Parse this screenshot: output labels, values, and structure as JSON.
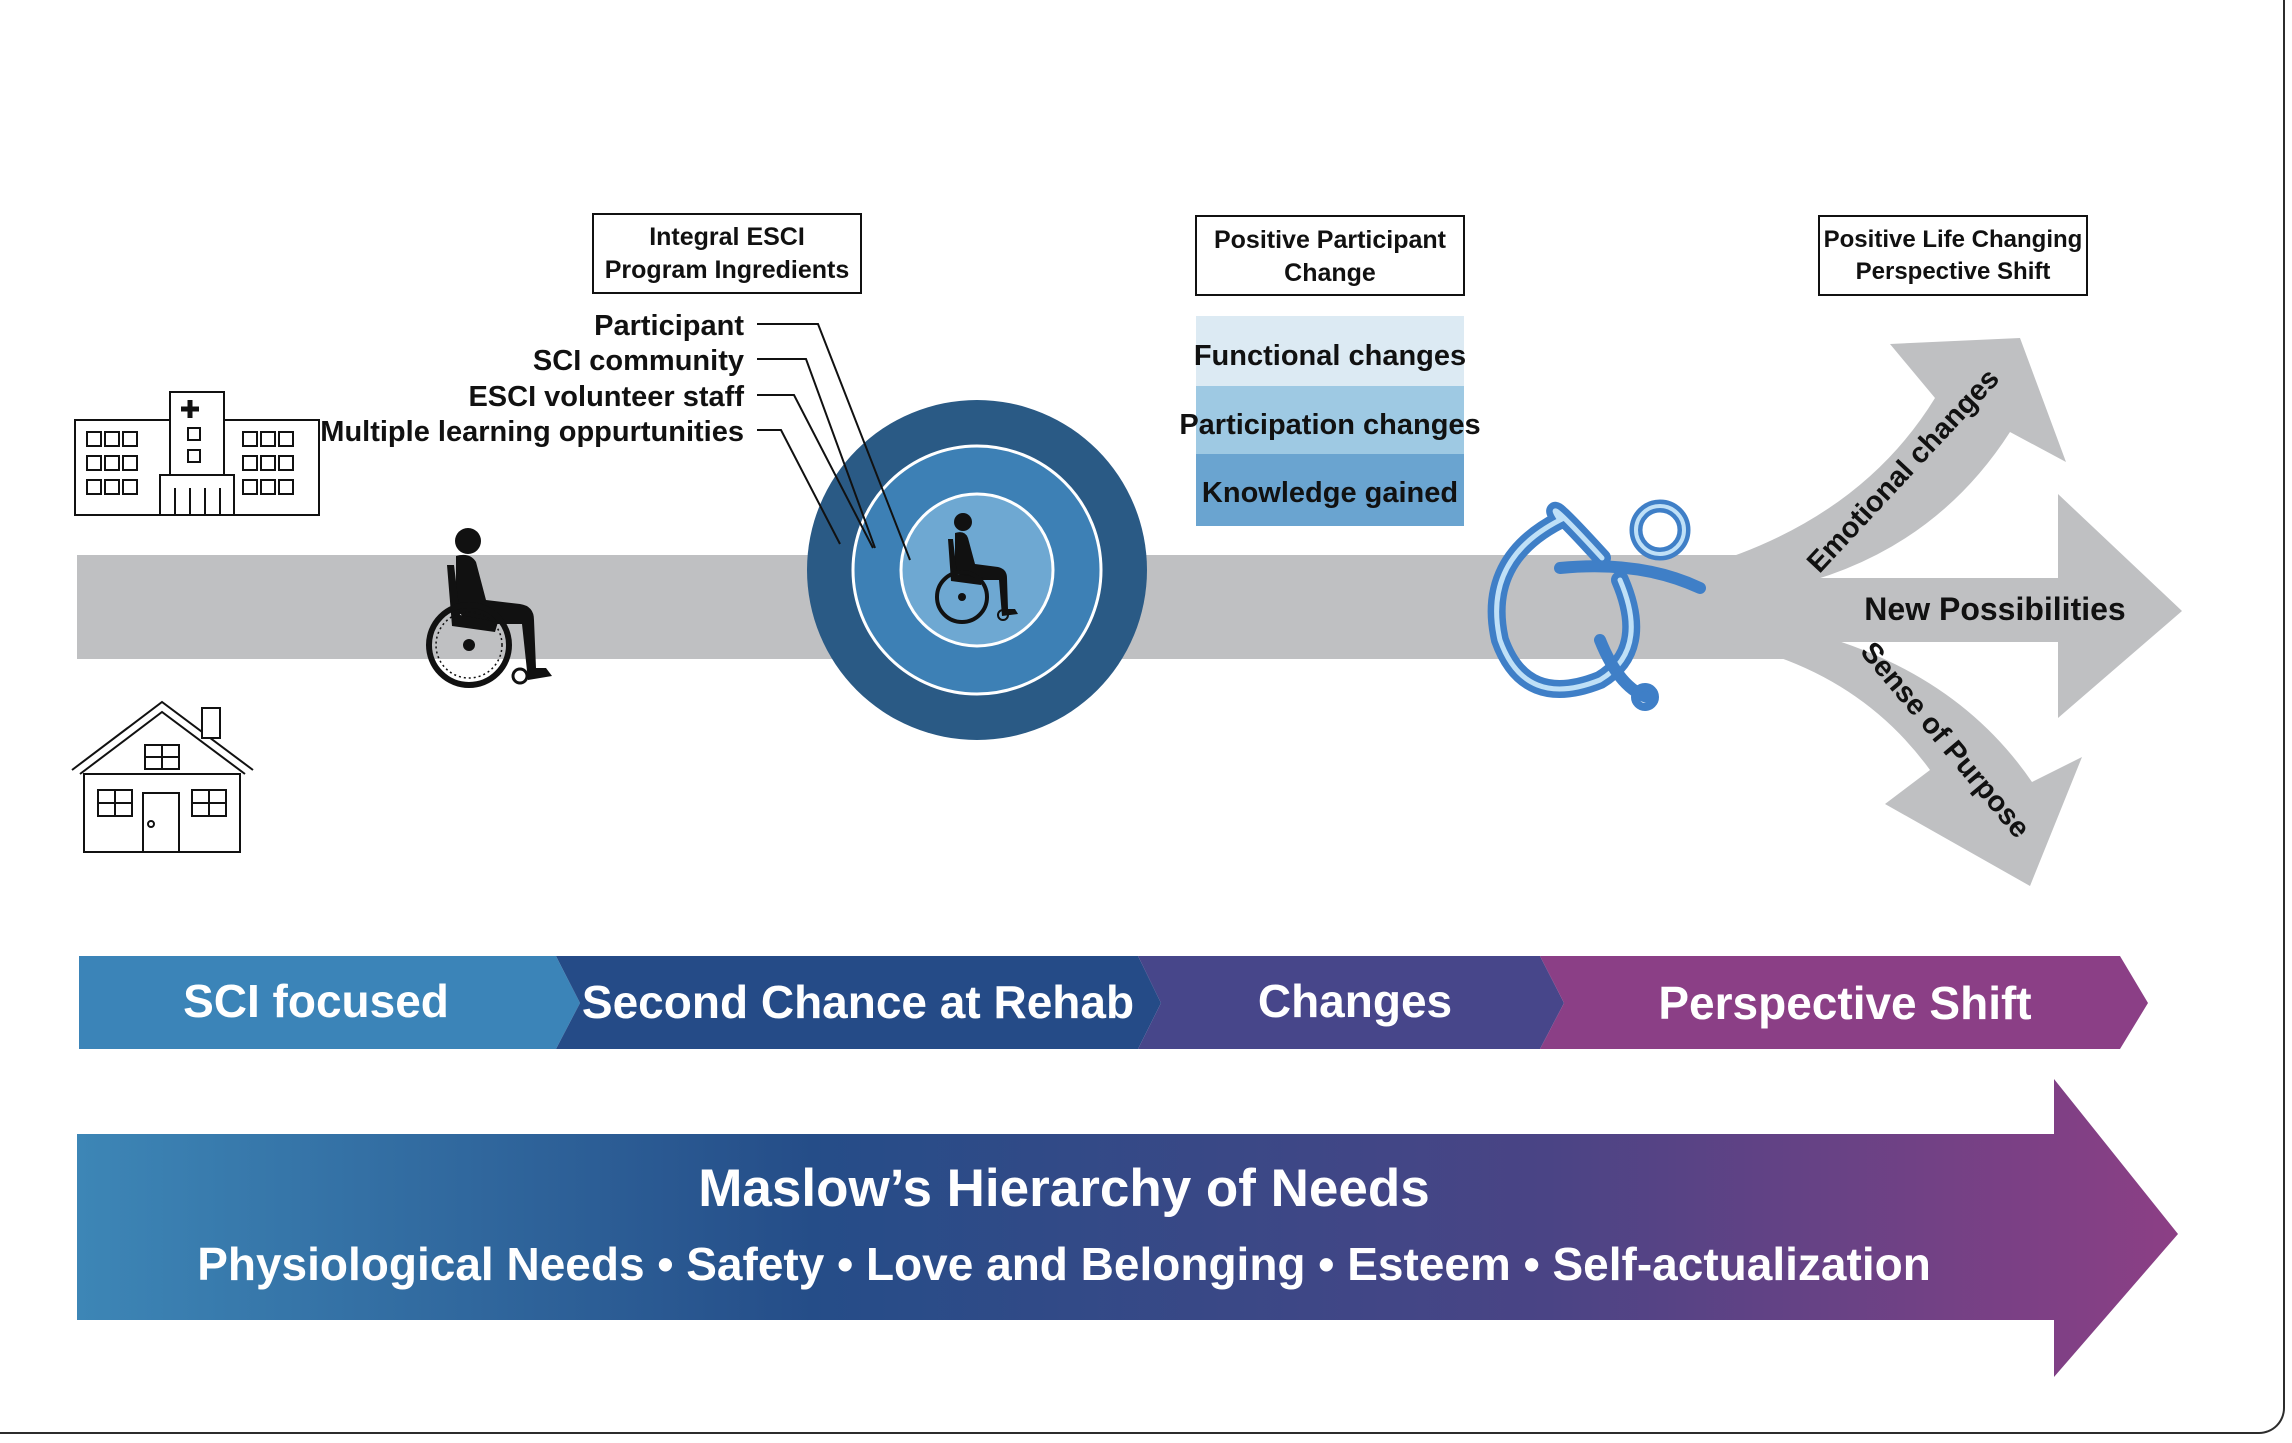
{
  "boxes": {
    "ingredients": {
      "line1": "Integral ESCI",
      "line2": "Program Ingredients"
    },
    "participant_change": {
      "line1": "Positive Participant",
      "line2": "Change"
    },
    "life_change": {
      "line1": "Positive Life Changing",
      "line2": "Perspective Shift"
    }
  },
  "ingredients": [
    "Participant",
    "SCI community",
    "ESCI volunteer staff",
    "Multiple learning oppurtunities"
  ],
  "changes": [
    {
      "label": "Functional changes",
      "color": "#dceaf3"
    },
    {
      "label": "Participation changes",
      "color": "#9ec9e3"
    },
    {
      "label": "Knowledge gained",
      "color": "#6aa4d0"
    }
  ],
  "outcomes": {
    "top": "Emotional changes",
    "middle": "New Possibilities",
    "bottom": "Sense of Purpose"
  },
  "phases": [
    {
      "label": "SCI focused",
      "color": "#3b84b8"
    },
    {
      "label": "Second Chance at Rehab",
      "color": "#254b87"
    },
    {
      "label": "Changes",
      "color": "#47468a"
    },
    {
      "label": "Perspective Shift",
      "color": "#8b3f86"
    }
  ],
  "maslow": {
    "title": "Maslow’s Hierarchy of Needs",
    "needs": "Physiological Needs • Safety • Love and Belonging • Esteem • Self-actualization"
  },
  "colors": {
    "path": "#bfc0c2",
    "ring_outer": "#2a5a85",
    "ring_mid": "#3d80b5",
    "ring_inner": "#6ea8d2",
    "logo": "#3f7fc7"
  }
}
